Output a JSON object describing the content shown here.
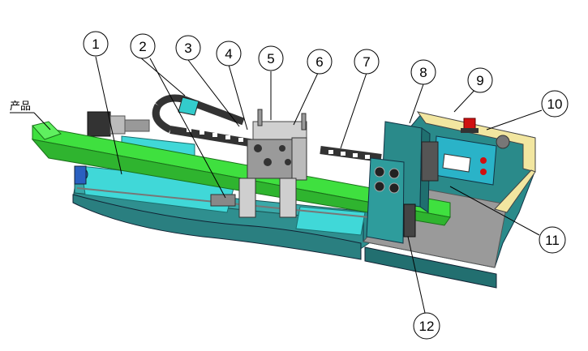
{
  "product_label": "产品",
  "callouts": [
    "1",
    "2",
    "3",
    "4",
    "5",
    "6",
    "7",
    "8",
    "9",
    "10",
    "11",
    "12"
  ],
  "colors": {
    "product_bar": "#3fe03f",
    "frame": "#2f8f8f",
    "cyan_panel": "#40d8d8",
    "control_box": "#2ab3c8",
    "screen": "#ffffff",
    "lamp": "#d01010",
    "yellow_frame": "#f2e6a0",
    "chain": "#333333"
  }
}
